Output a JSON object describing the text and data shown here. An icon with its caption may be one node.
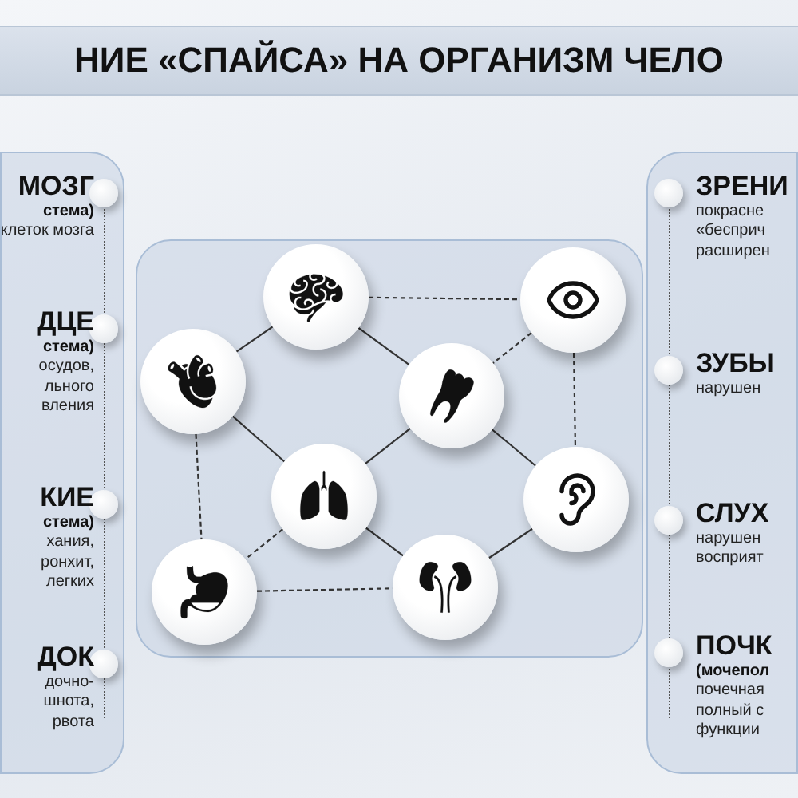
{
  "diagram": {
    "title": "НИЕ «СПАЙСА» НА ОРГАНИЗМ ЧЕЛО",
    "nodes": [
      {
        "text": [],
        "shape": "box"
      },
      {
        "text": [
          "МОЗГ",
          "стема)",
          "клеток мозга"
        ],
        "in": 0
      },
      {
        "text": [
          "ДЦЕ",
          "стема)",
          "осудов, льного вления"
        ],
        "in": 0
      },
      {
        "text": [
          "КИЕ",
          "стема)",
          "хания, ронхит, легких"
        ],
        "in": 0
      },
      {
        "text": [
          "ДОК",
          "дочно- шнота, рвота"
        ],
        "in": 0
      },
      {
        "text": [],
        "shape": "box"
      },
      {
        "text": [
          "ЗРЕНИ",
          "покрасне «бесприч расширен"
        ],
        "in": 5
      },
      {
        "text": [
          "ЗУБЫ",
          "нарушен"
        ],
        "in": 5
      },
      {
        "text": [
          "СЛУХ",
          "нарушен восприят"
        ],
        "in": 5
      },
      {
        "text": [
          "ПОЧК",
          "(мочепол",
          "почечная полный с функции"
        ],
        "in": 5
      },
      {
        "text": [],
        "shape": "box"
      },
      {
        "text": [],
        "shape": "picture",
        "in": 10
      },
      {
        "text": [],
        "shape": "picture",
        "in": 10
      },
      {
        "text": [],
        "shape": "picture",
        "in": 10
      },
      {
        "text": [],
        "shape": "picture",
        "in": 10
      },
      {
        "text": [],
        "shape": "picture",
        "in": 10
      },
      {
        "text": [],
        "shape": "picture",
        "in": 10
      },
      {
        "text": [],
        "shape": "picture",
        "in": 10
      },
      {
        "text": [],
        "shape": "picture",
        "in": 10
      }
    ],
    "edges": [
      {
        "from": 11,
        "to": 12,
        "arrow": "none",
        "style": "dashed"
      },
      {
        "from": 11,
        "to": 13,
        "arrow": "none"
      },
      {
        "from": 11,
        "to": 14,
        "arrow": "none"
      },
      {
        "from": 12,
        "to": 14,
        "arrow": "none",
        "style": "dashed"
      },
      {
        "from": 12,
        "to": 16,
        "arrow": "none",
        "style": "dashed"
      },
      {
        "from": 13,
        "to": 15,
        "arrow": "none"
      },
      {
        "from": 13,
        "to": 17,
        "arrow": "none",
        "style": "dashed"
      },
      {
        "from": 14,
        "to": 15,
        "arrow": "none"
      },
      {
        "from": 14,
        "to": 16,
        "arrow": "none"
      },
      {
        "from": 15,
        "to": 17,
        "arrow": "none",
        "style": "dashed"
      },
      {
        "from": 15,
        "to": 18,
        "arrow": "none"
      },
      {
        "from": 16,
        "to": 18,
        "arrow": "none"
      },
      {
        "from": 17,
        "to": 18,
        "arrow": "none",
        "style": "dashed"
      }
    ]
  }
}
